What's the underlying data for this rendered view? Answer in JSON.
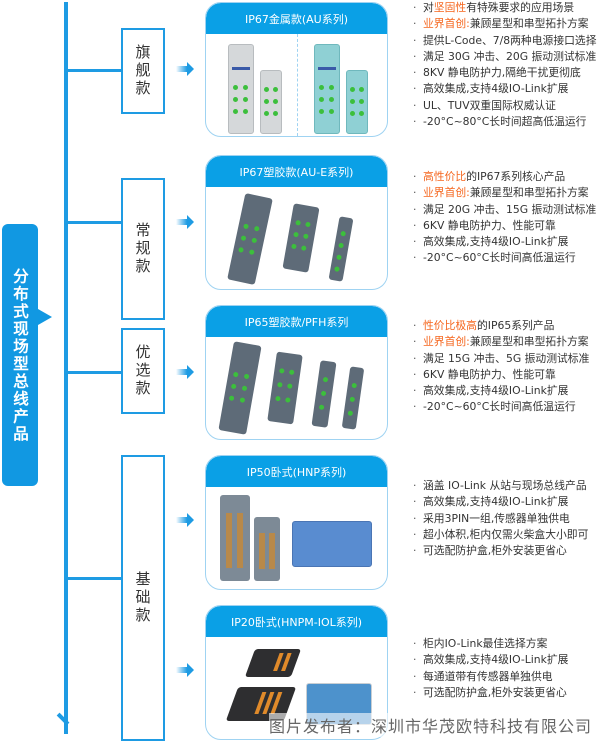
{
  "main_label": "分布式现场型总线产品",
  "categories": [
    {
      "label": "旗舰款"
    },
    {
      "label": "常规款"
    },
    {
      "label": "优选款"
    },
    {
      "label": "基础款"
    }
  ],
  "cards": [
    {
      "title": "IP67金属款(AU系列)",
      "category": "旗舰款",
      "features": [
        {
          "pre": "对",
          "highlight": "坚固性",
          "post": "有特殊要求的应用场景"
        },
        {
          "pre": "",
          "highlight": "业界首创:",
          "post": "兼顾星型和串型拓扑方案"
        },
        {
          "pre": "提供L-Code、7/8两种电源接口选择",
          "highlight": "",
          "post": ""
        },
        {
          "pre": "满足 30G 冲击、20G 振动测试标准",
          "highlight": "",
          "post": ""
        },
        {
          "pre": "8KV 静电防护力,隔绝干扰更彻底",
          "highlight": "",
          "post": ""
        },
        {
          "pre": "高效集成,支持4级IO-Link扩展",
          "highlight": "",
          "post": ""
        },
        {
          "pre": "UL、TUV双重国际权威认证",
          "highlight": "",
          "post": ""
        },
        {
          "pre": "-20°C~80°C长时间超高低温运行",
          "highlight": "",
          "post": ""
        }
      ]
    },
    {
      "title": "IP67塑胶款(AU-E系列)",
      "category": "常规款",
      "features": [
        {
          "pre": "",
          "highlight": "高性价比",
          "post": "的IP67系列核心产品"
        },
        {
          "pre": "",
          "highlight": "业界首创:",
          "post": "兼顾星型和串型拓扑方案"
        },
        {
          "pre": "满足 20G 冲击、15G 振动测试标准",
          "highlight": "",
          "post": ""
        },
        {
          "pre": "6KV 静电防护力、性能可靠",
          "highlight": "",
          "post": ""
        },
        {
          "pre": "高效集成,支持4级IO-Link扩展",
          "highlight": "",
          "post": ""
        },
        {
          "pre": "-20°C~60°C长时间高低温运行",
          "highlight": "",
          "post": ""
        }
      ]
    },
    {
      "title": "IP65塑胶款/PFH系列",
      "category": "优选款",
      "features": [
        {
          "pre": "",
          "highlight": "性价比极高",
          "post": "的IP65系列产品"
        },
        {
          "pre": "",
          "highlight": "业界首创:",
          "post": "兼顾星型和串型拓扑方案"
        },
        {
          "pre": "满足 15G 冲击、5G 振动测试标准",
          "highlight": "",
          "post": ""
        },
        {
          "pre": "6KV 静电防护力、性能可靠",
          "highlight": "",
          "post": ""
        },
        {
          "pre": "高效集成,支持4级IO-Link扩展",
          "highlight": "",
          "post": ""
        },
        {
          "pre": "-20°C~60°C长时间高低温运行",
          "highlight": "",
          "post": ""
        }
      ]
    },
    {
      "title": "IP50卧式(HNP系列)",
      "category": "基础款",
      "features": [
        {
          "pre": "涵盖 IO-Link 从站与现场总线产品",
          "highlight": "",
          "post": ""
        },
        {
          "pre": "高效集成,支持4级IO-Link扩展",
          "highlight": "",
          "post": ""
        },
        {
          "pre": "采用3PIN一组,传感器单独供电",
          "highlight": "",
          "post": ""
        },
        {
          "pre": "超小体积,柜内仅需火柴盒大小即可",
          "highlight": "",
          "post": ""
        },
        {
          "pre": "可选配防护盒,柜外安装更省心",
          "highlight": "",
          "post": ""
        }
      ]
    },
    {
      "title": "IP20卧式(HNPM-IOL系列)",
      "category": "基础款",
      "features": [
        {
          "pre": "柜内IO-Link最佳选择方案",
          "highlight": "",
          "post": ""
        },
        {
          "pre": "高效集成,支持4级IO-Link扩展",
          "highlight": "",
          "post": ""
        },
        {
          "pre": "每通道带有传感器单独供电",
          "highlight": "",
          "post": ""
        },
        {
          "pre": "可选配防护盒,柜外安装更省心",
          "highlight": "",
          "post": ""
        }
      ]
    }
  ],
  "bullet": "·",
  "watermark": "图片发布者：深圳市华茂欧特科技有限公司",
  "colors": {
    "accent_blue": "#1198e2",
    "header_blue": "#0aa0e6",
    "highlight_orange": "#f5661e",
    "card_border": "#9fd3f2"
  }
}
